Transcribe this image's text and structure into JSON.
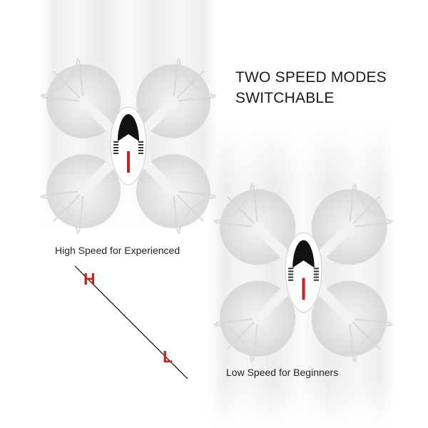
{
  "heading": {
    "line1": "TWO SPEED MODES",
    "line2": "SWITCHABLE"
  },
  "modes": {
    "high": {
      "letter": "H",
      "caption": "High Speed for Experienced"
    },
    "low": {
      "letter": "L",
      "caption": "Low Speed for Beginners"
    }
  },
  "colors": {
    "accent": "#cc1f1f",
    "text": "#1a1a1a",
    "drone_body": "#ffffff",
    "canopy": "#111111",
    "guard": "#dcdcdc"
  },
  "drones": [
    {
      "name": "high-speed-drone",
      "icon": "quadcopter-icon"
    },
    {
      "name": "low-speed-drone",
      "icon": "quadcopter-icon"
    }
  ]
}
